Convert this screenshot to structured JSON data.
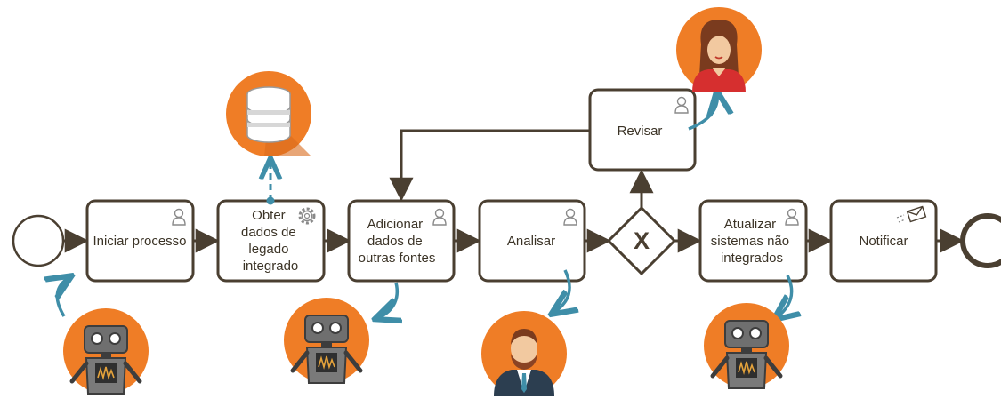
{
  "diagram": {
    "type": "bpmn-process",
    "colors": {
      "stroke": "#4a3f31",
      "accent_orange": "#ef7d26",
      "arrow_teal": "#3f8ea8",
      "box_fill": "#ffffff"
    },
    "tasks": [
      {
        "id": "iniciar",
        "lines": [
          "Iniciar processo"
        ],
        "icon": "user-icon"
      },
      {
        "id": "obter",
        "lines": [
          "Obter",
          "dados de",
          "legado",
          "integrado"
        ],
        "icon": "gear-icon"
      },
      {
        "id": "adicionar",
        "lines": [
          "Adicionar",
          "dados de",
          "outras fontes"
        ],
        "icon": "user-icon"
      },
      {
        "id": "analisar",
        "lines": [
          "Analisar"
        ],
        "icon": "user-icon"
      },
      {
        "id": "atualizar",
        "lines": [
          "Atualizar",
          "sistemas não",
          "integrados"
        ],
        "icon": "user-icon"
      },
      {
        "id": "notificar",
        "lines": [
          "Notificar"
        ],
        "icon": "envelope-icon"
      },
      {
        "id": "revisar",
        "lines": [
          "Revisar"
        ],
        "icon": "user-icon"
      }
    ],
    "gateway": {
      "symbol": "X",
      "type": "exclusive"
    },
    "actors": [
      {
        "id": "robot-iniciar",
        "kind": "robot-icon",
        "attached_to": "iniciar"
      },
      {
        "id": "database-obter",
        "kind": "database-icon",
        "attached_to": "obter"
      },
      {
        "id": "robot-adicionar",
        "kind": "robot-icon",
        "attached_to": "adicionar"
      },
      {
        "id": "man-analisar",
        "kind": "man-avatar-icon",
        "attached_to": "analisar"
      },
      {
        "id": "robot-atualizar",
        "kind": "robot-icon",
        "attached_to": "atualizar"
      },
      {
        "id": "woman-revisar",
        "kind": "woman-avatar-icon",
        "attached_to": "revisar"
      }
    ]
  }
}
